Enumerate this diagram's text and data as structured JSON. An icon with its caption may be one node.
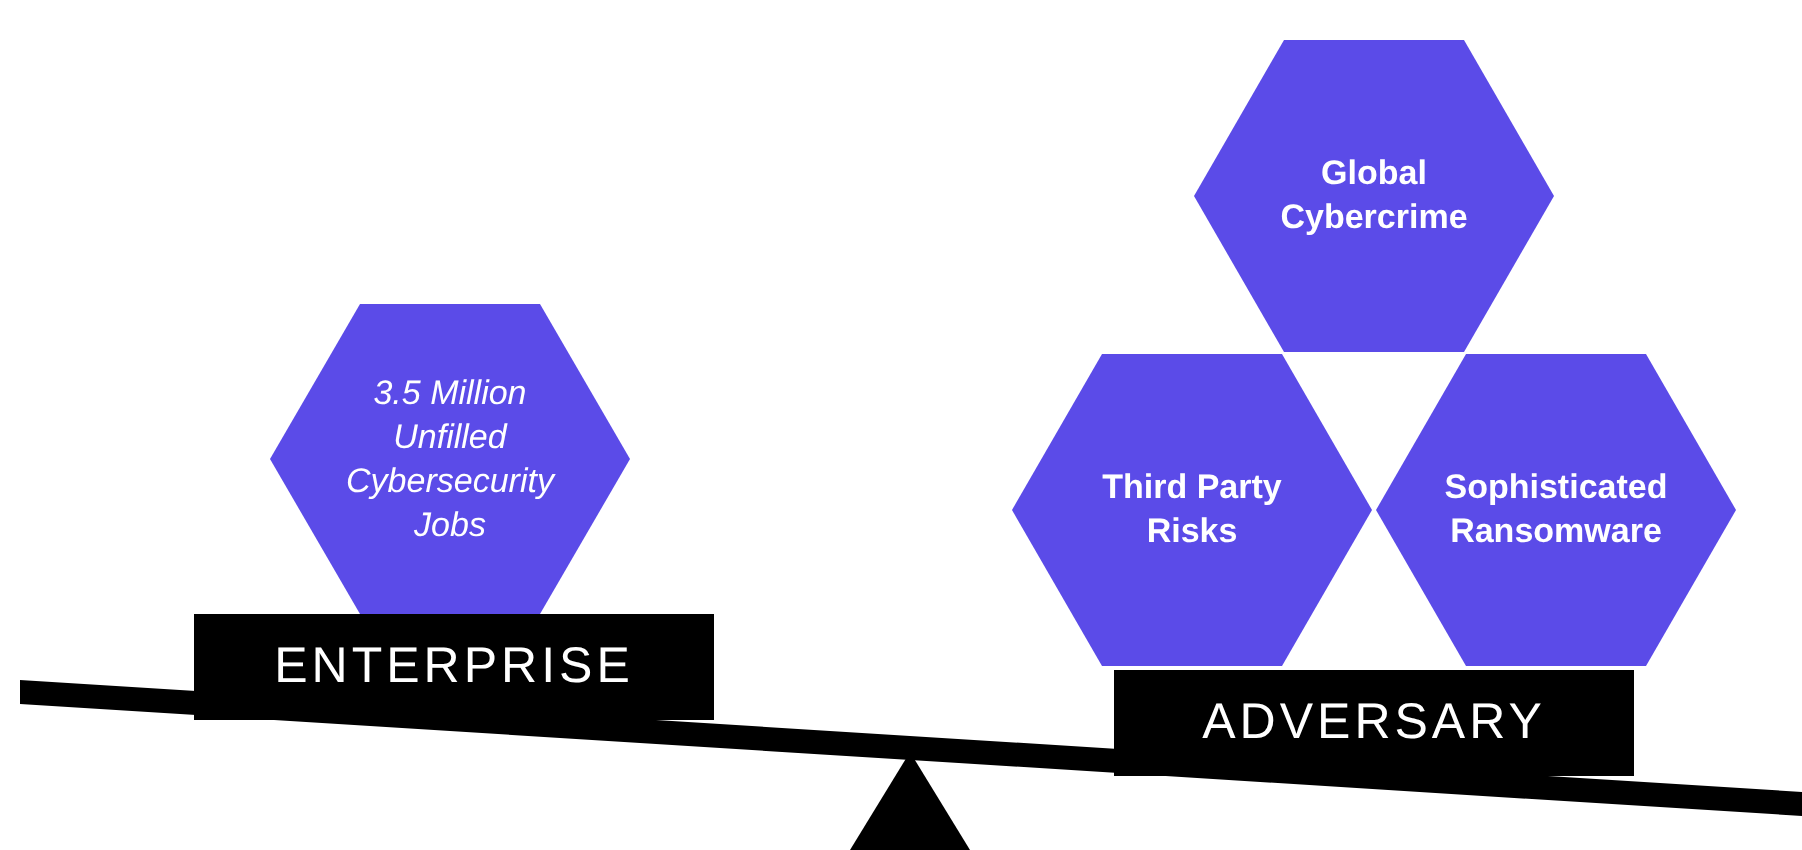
{
  "diagram": {
    "nodes": [
      {
        "text": [
          "3.5 Million Unfilled Cybersecurity Jobs"
        ]
      },
      {
        "text": [
          "ENTERPRISE"
        ]
      },
      {
        "text": [
          "Global Cybercrime"
        ]
      },
      {
        "text": [
          "Third Party Risks"
        ]
      },
      {
        "text": [
          "Sophisticated Ransomware"
        ]
      },
      {
        "text": [
          "ADVERSARY"
        ]
      }
    ]
  }
}
